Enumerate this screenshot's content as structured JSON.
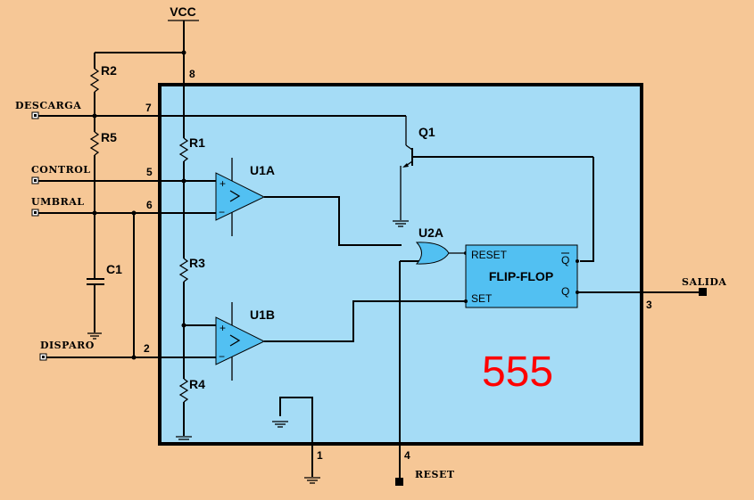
{
  "title": "555",
  "colors": {
    "background": "#f6c796",
    "chip_body": "#a5dcf6",
    "component_fill": "#52c0f2",
    "title_text": "#ff0000"
  },
  "supply": {
    "label": "VCC"
  },
  "pins": {
    "p1": "1",
    "p2": "2",
    "p3": "3",
    "p4": "4",
    "p5": "5",
    "p6": "6",
    "p7": "7",
    "p8": "8"
  },
  "external_terminals": {
    "descarga": "DESCARGA",
    "control": "CONTROL",
    "umbral": "UMBRAL",
    "disparo": "DISPARO",
    "salida": "SALIDA",
    "reset": "RESET"
  },
  "components": {
    "r1": "R1",
    "r2": "R2",
    "r3": "R3",
    "r4": "R4",
    "r5": "R5",
    "c1": "C1",
    "q1": "Q1",
    "u1a": "U1A",
    "u1b": "U1B",
    "u2a": "U2A",
    "comparator_symbol": ">",
    "plus": "+",
    "minus": "−"
  },
  "flipflop": {
    "name": "FLIP-FLOP",
    "reset": "RESET",
    "set": "SET",
    "q": "Q",
    "qbar": "Q"
  }
}
